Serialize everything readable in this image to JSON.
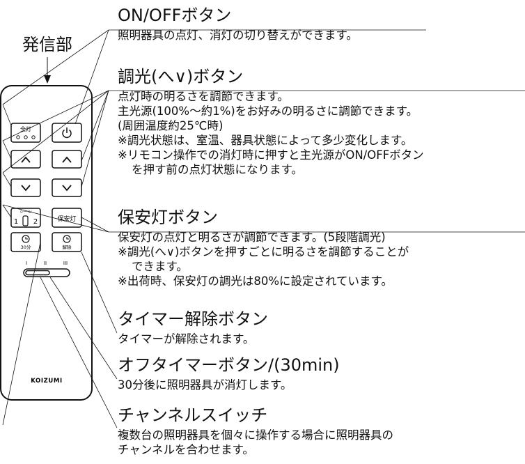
{
  "emitter_label": "発信部",
  "remote": {
    "all_on_label": "全灯",
    "scene_label": "シーン",
    "scene_1": "1",
    "scene_2": "2",
    "night_light_button": "保安灯",
    "timer_30_label": "30分",
    "cancel_label": "解除",
    "channel_1": "I",
    "channel_2": "II",
    "channel_3": "III",
    "brand": "KOIZUMI"
  },
  "sections": [
    {
      "title": "ON/OFFボタン",
      "lines": [
        "照明器具の点灯、消灯の切り替えができます。"
      ]
    },
    {
      "title": "調光(へ∨)ボタン",
      "lines": [
        "点灯時の明るさを調節できます。",
        "主光源(100%〜約1%)をお好みの明るさに調節できます。",
        "(周囲温度約25℃時)",
        "※調光状態は、室温、器具状態によって多少変化します。",
        "※リモコン操作での消灯時に押すと主光源がON/OFFボタン",
        "を押す前の点灯状態になります。"
      ]
    },
    {
      "title": "保安灯ボタン",
      "lines": [
        "保安灯の点灯と明るさが調節できます。(5段階調光)",
        "※調光(へ∨)ボタンを押すごとに明るさを調節することが",
        "できます。",
        "※出荷時、保安灯の調光は80%に設定されています。"
      ]
    },
    {
      "title": "タイマー解除ボタン",
      "lines": [
        "タイマーが解除されます。"
      ]
    },
    {
      "title": "オフタイマーボタン/(30min)",
      "lines": [
        "30分後に照明器具が消灯します。"
      ]
    },
    {
      "title": "チャンネルスイッチ",
      "lines": [
        "複数台の照明器具を個々に操作する場合に照明器具の",
        "チャンネルを合わせます。"
      ]
    }
  ]
}
